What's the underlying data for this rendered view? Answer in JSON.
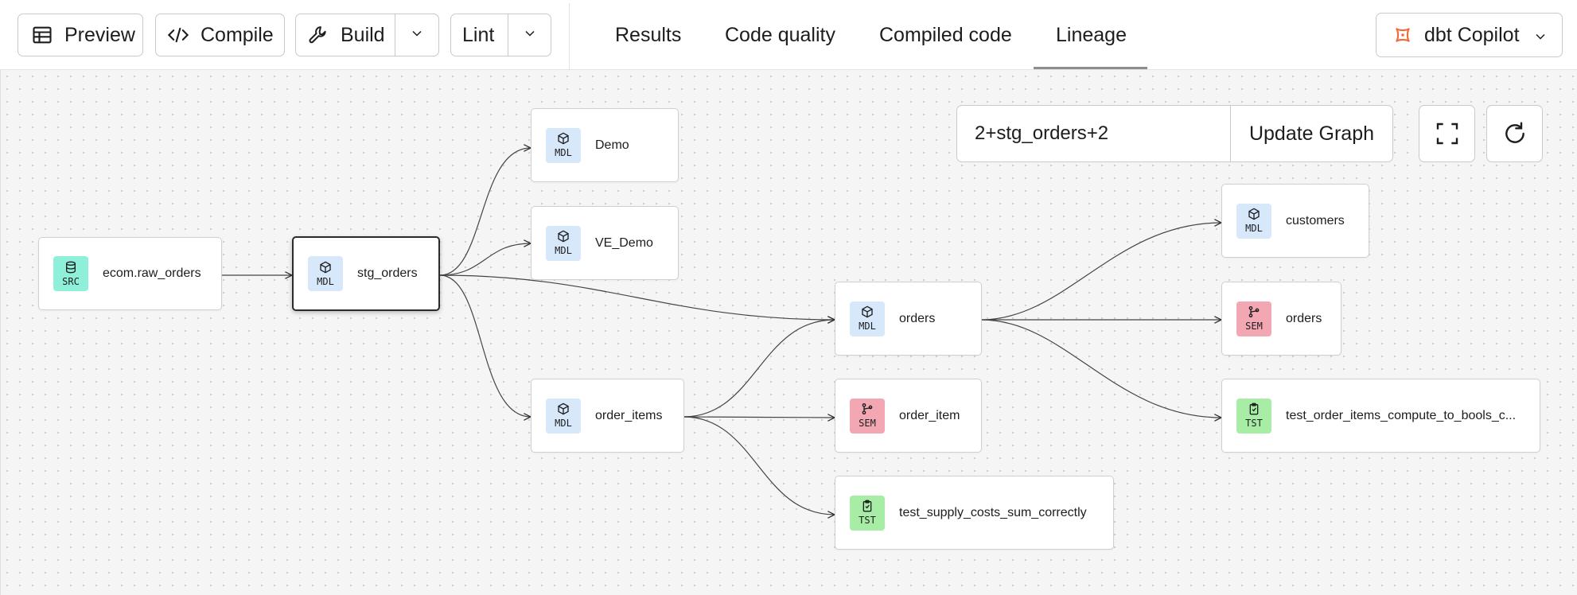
{
  "toolbar": {
    "preview_label": "Preview",
    "compile_label": "Compile",
    "build_label": "Build",
    "lint_label": "Lint",
    "copilot_label": "dbt Copilot"
  },
  "tabs": [
    {
      "label": "Results"
    },
    {
      "label": "Code quality"
    },
    {
      "label": "Compiled code"
    },
    {
      "label": "Lineage",
      "active": true
    }
  ],
  "graph_controls": {
    "selector_value": "2+stg_orders+2",
    "update_label": "Update Graph"
  },
  "nodes": [
    {
      "id": "raw_orders",
      "type": "SRC",
      "label": "ecom.raw_orders"
    },
    {
      "id": "stg_orders",
      "type": "MDL",
      "label": "stg_orders",
      "selected": true
    },
    {
      "id": "demo",
      "type": "MDL",
      "label": "Demo"
    },
    {
      "id": "ve_demo",
      "type": "MDL",
      "label": "VE_Demo"
    },
    {
      "id": "order_items",
      "type": "MDL",
      "label": "order_items"
    },
    {
      "id": "orders_mdl",
      "type": "MDL",
      "label": "orders"
    },
    {
      "id": "order_item_sem",
      "type": "SEM",
      "label": "order_item"
    },
    {
      "id": "test_supply",
      "type": "TST",
      "label": "test_supply_costs_sum_correctly"
    },
    {
      "id": "customers",
      "type": "MDL",
      "label": "customers"
    },
    {
      "id": "orders_sem",
      "type": "SEM",
      "label": "orders"
    },
    {
      "id": "test_order_items",
      "type": "TST",
      "label": "test_order_items_compute_to_bools_c..."
    }
  ],
  "colors": {
    "mdl": "#d8e8fb",
    "src": "#8ef0d9",
    "sem": "#f2a7b2",
    "tst": "#a8eda6",
    "canvas": "#f5f5f5"
  }
}
